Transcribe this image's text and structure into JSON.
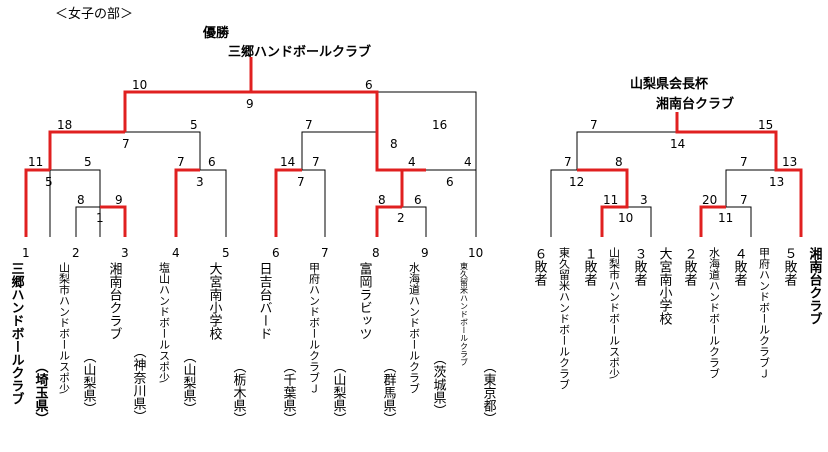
{
  "section_title": "＜女子の部＞",
  "main": {
    "champion_label": "優勝",
    "champion_name": "三郷ハンドボールクラブ",
    "scores": [
      "10",
      "6",
      "9",
      "18",
      "5",
      "7",
      "7",
      "16",
      "8",
      "11",
      "5",
      "5",
      "7",
      "6",
      "3",
      "14",
      "7",
      "4",
      "7",
      "4",
      "6",
      "8",
      "9",
      "1",
      "8",
      "6",
      "2"
    ],
    "numbers": [
      "1",
      "2",
      "3",
      "4",
      "5",
      "6",
      "7",
      "8",
      "9",
      "10"
    ],
    "teams": [
      {
        "name": "三郷ハンドボールクラブ",
        "pref": "（埼玉県）"
      },
      {
        "name": "山梨市ハンドボールスポ少",
        "pref": "（山梨県）"
      },
      {
        "name": "湘南台クラブ",
        "pref": "（神奈川県）"
      },
      {
        "name": "塩山ハンドボールスポ少",
        "pref": "（山梨県）"
      },
      {
        "name": "大宮南小学校",
        "pref": "（栃木県）"
      },
      {
        "name": "日吉台バード",
        "pref": "（千葉県）"
      },
      {
        "name": "甲府ハンドボールクラブＪ",
        "pref": "（山梨県）"
      },
      {
        "name": "富岡ラビッツ",
        "pref": "（群馬県）"
      },
      {
        "name": "水海道ハンドボールクラブ",
        "pref": "（茨城県）"
      },
      {
        "name": "東久留米ハンドボールクラブ",
        "pref": "（東京都）"
      }
    ]
  },
  "cup": {
    "title": "山梨県会長杯",
    "winner": "湘南台クラブ",
    "scores": [
      "7",
      "15",
      "14",
      "7",
      "8",
      "12",
      "7",
      "13",
      "13",
      "11",
      "3",
      "10",
      "20",
      "7",
      "11"
    ],
    "entries": [
      {
        "rank": "６敗者",
        "name": "東久留米ハンドボールクラブ"
      },
      {
        "rank": "１敗者",
        "name": "山梨市ハンドボールスポ少"
      },
      {
        "rank": "３敗者",
        "name": "大宮南小学校"
      },
      {
        "rank": "２敗者",
        "name": "水海道ハンドボールクラブ"
      },
      {
        "rank": "４敗者",
        "name": "甲府ハンドボールクラブＪ"
      },
      {
        "rank": "５敗者",
        "name": "湘南台クラブ"
      }
    ]
  },
  "colors": {
    "win": "#e02020",
    "line": "#000000"
  }
}
